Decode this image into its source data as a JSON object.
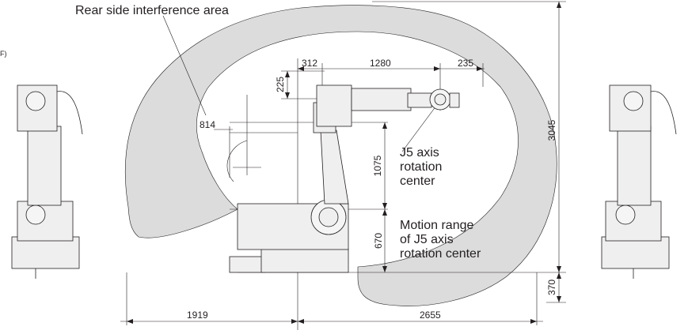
{
  "labels": {
    "rear_area": "Rear side interference area",
    "j5_center": [
      "J5 axis",
      "rotation",
      "center"
    ],
    "motion_range": [
      "Motion range",
      "of J5 axis",
      "rotation center"
    ],
    "edge_fragment": "F)"
  },
  "dimensions": {
    "d312": "312",
    "d1280": "1280",
    "d235": "235",
    "d225": "225",
    "d814": "814",
    "d1075": "1075",
    "d670": "670",
    "d3045": "3045",
    "d370": "370",
    "d1919": "1919",
    "d2655": "2655"
  },
  "colors": {
    "motion_area": "#dcdcdc",
    "line": "#231f20",
    "robot_fill": "#efefef"
  }
}
